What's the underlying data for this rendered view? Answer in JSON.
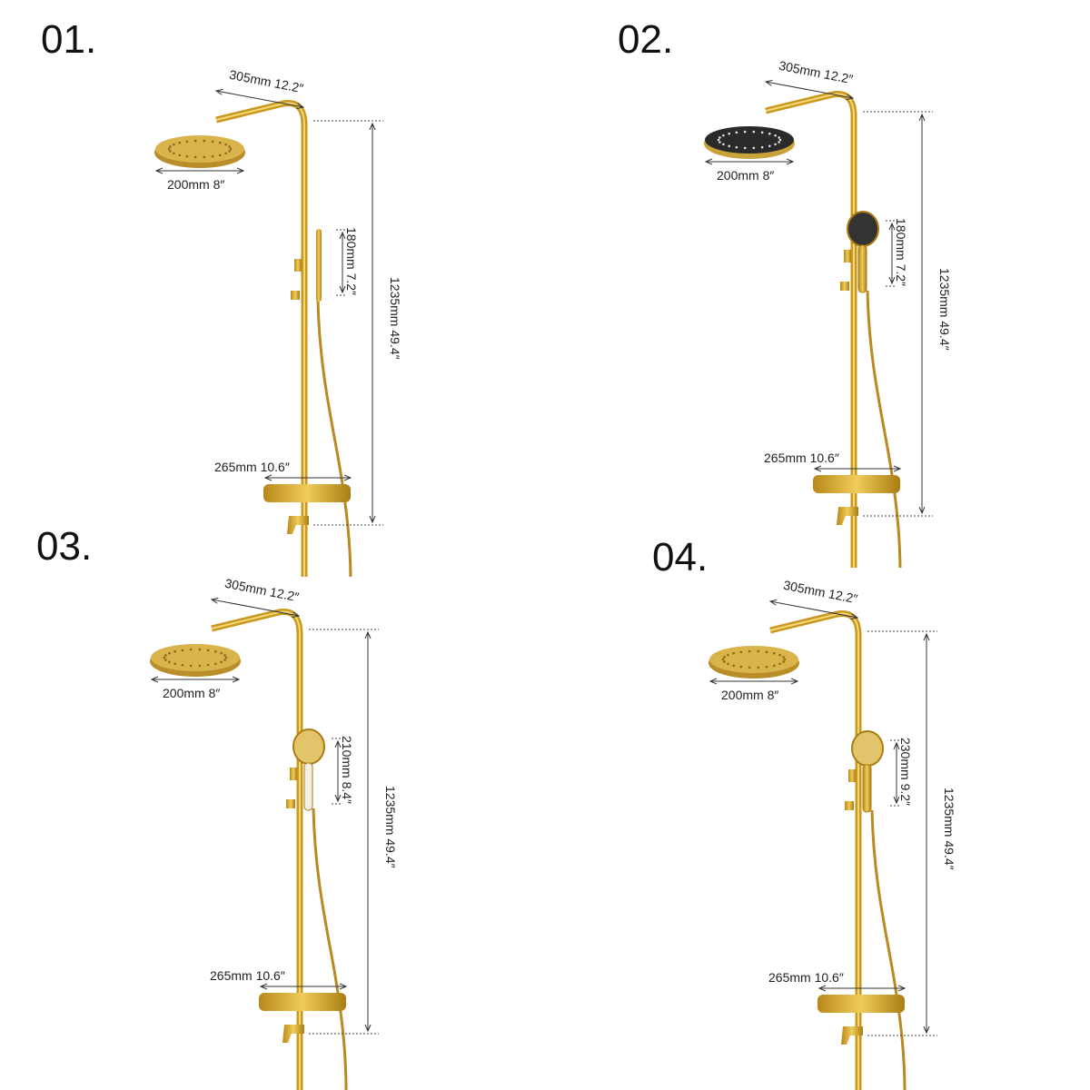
{
  "colors": {
    "gold": "#d4a52a",
    "gold_dark": "#a97d12",
    "black_head": "#2a2a2a"
  },
  "panels": [
    {
      "label": "01.",
      "head_type": "gold round rain head",
      "arm": "305mm 12.2″",
      "head": "200mm 8″",
      "hand": "180mm 7.2″",
      "height": "1235mm 49.4″",
      "mixer": "265mm 10.6″"
    },
    {
      "label": "02.",
      "head_type": "black round rain head",
      "arm": "305mm 12.2″",
      "head": "200mm 8″",
      "hand": "180mm 7.2″",
      "height": "1235mm 49.4″",
      "mixer": "265mm 10.6″"
    },
    {
      "label": "03.",
      "head_type": "gold round rain head",
      "arm": "305mm 12.2″",
      "head": "200mm 8″",
      "hand": "210mm 8.4″",
      "height": "1235mm 49.4″",
      "mixer": "265mm 10.6″"
    },
    {
      "label": "04.",
      "head_type": "gold round rain head",
      "arm": "305mm 12.2″",
      "head": "200mm 8″",
      "hand": "230mm 9.2″",
      "height": "1235mm 49.4″",
      "mixer": "265mm 10.6″"
    }
  ]
}
